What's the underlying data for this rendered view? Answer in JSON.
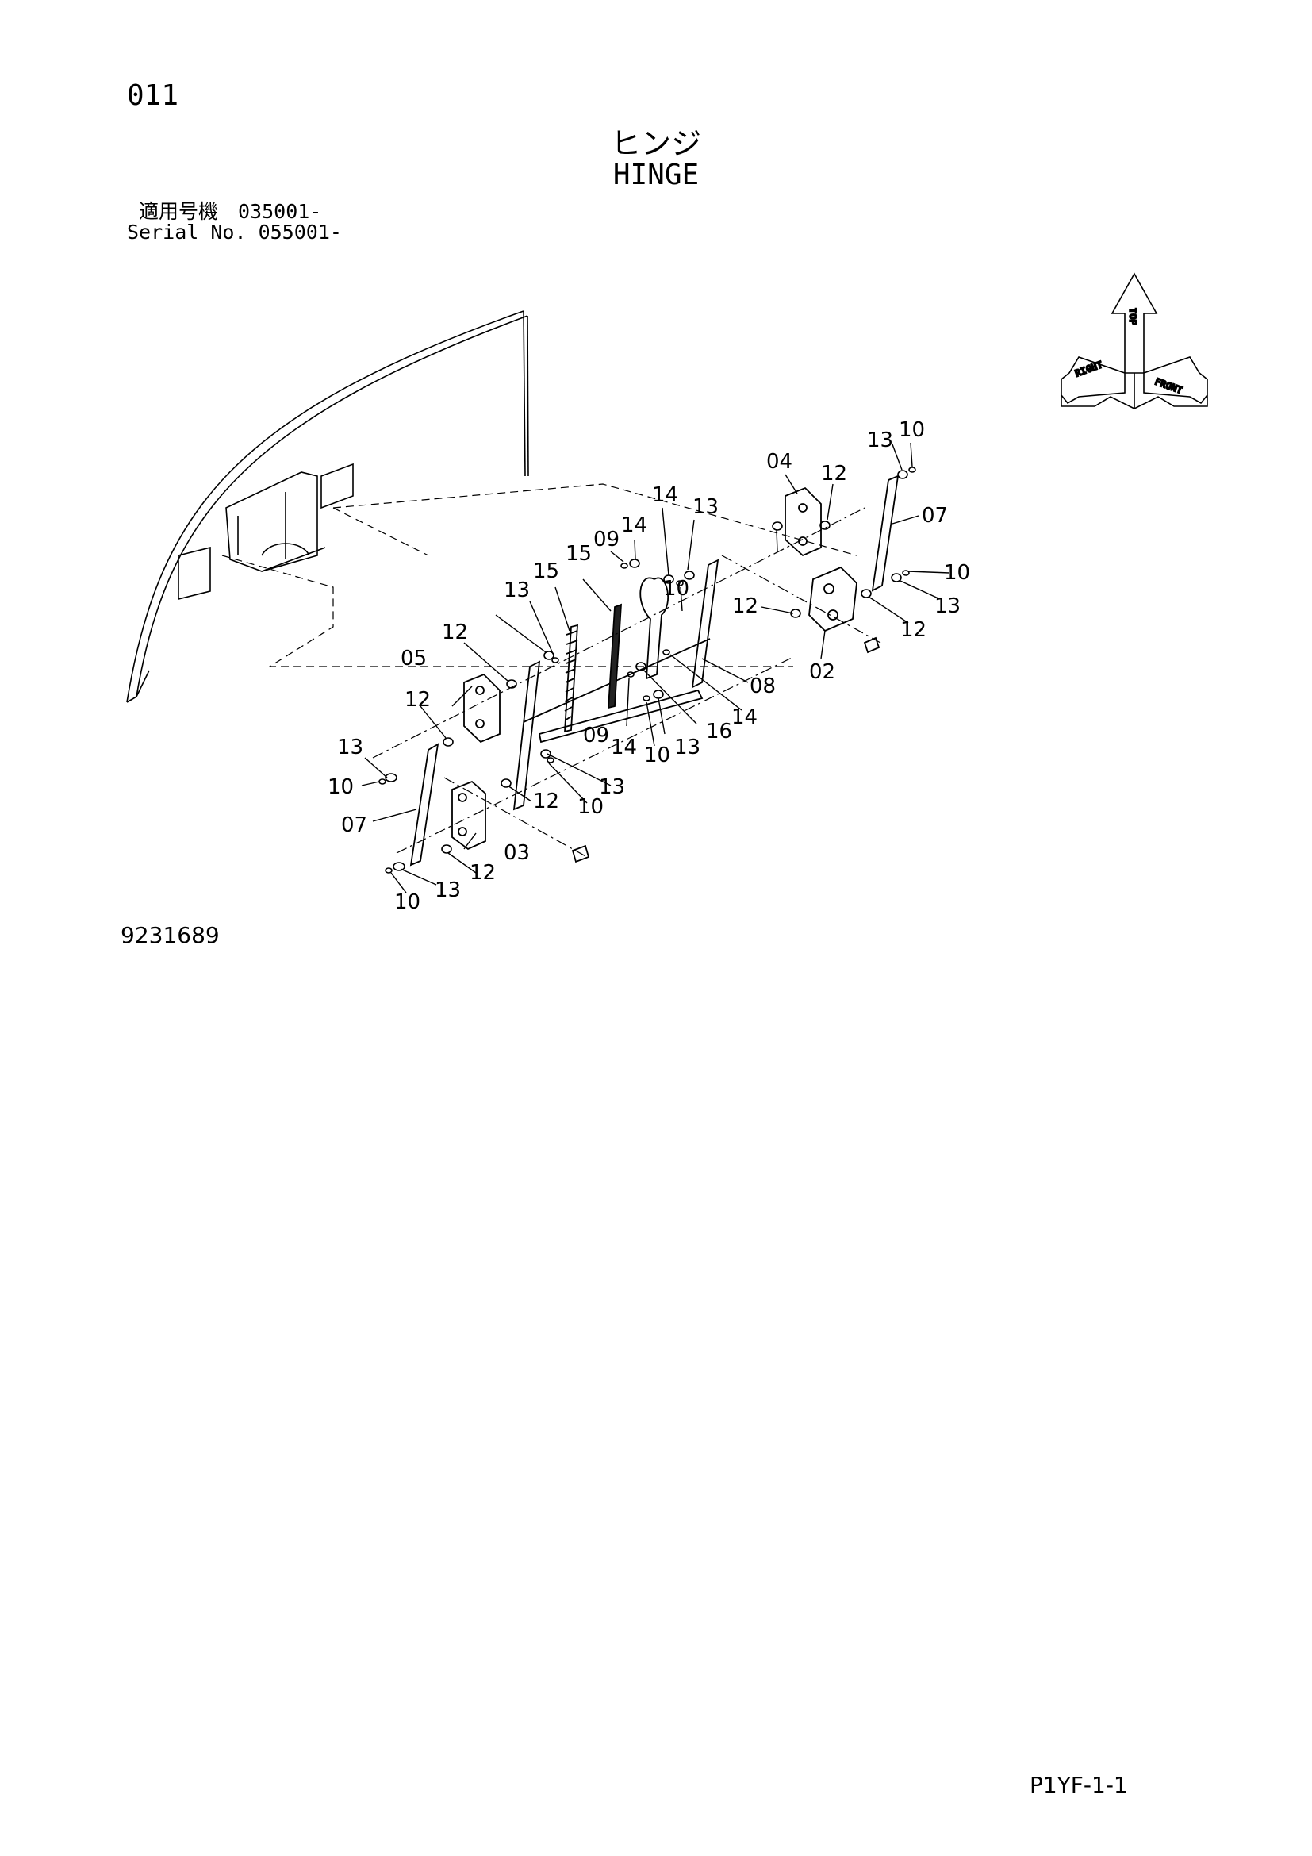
{
  "header": {
    "page_code": "011",
    "title_jp": "ヒンジ",
    "title_en": "HINGE",
    "serial_jp": "適用号機　035001-",
    "serial_en": "Serial No. 055001-"
  },
  "orientation_indicator": {
    "icon": "orientation-arrows-icon",
    "labels": {
      "top": "TOP",
      "right": "RIGHT",
      "front": "FRONT"
    }
  },
  "callouts": {
    "c1": "13",
    "c2": "10",
    "c3": "04",
    "c4": "12",
    "c5": "07",
    "c6": "14",
    "c7": "13",
    "c8": "09",
    "c9": "14",
    "c10": "15",
    "c11": "15",
    "c12": "10",
    "c13": "10",
    "c14": "13",
    "c15": "12",
    "c16": "12",
    "c17": "13",
    "c18": "12",
    "c19": "02",
    "c20": "05",
    "c21": "12",
    "c22": "08",
    "c23": "09",
    "c24": "14",
    "c25": "10",
    "c26": "13",
    "c27": "16",
    "c28": "14",
    "c29": "13",
    "c30": "10",
    "c31": "12",
    "c32": "13",
    "c33": "10",
    "c34": "07",
    "c35": "03",
    "c36": "12",
    "c37": "13",
    "c38": "10"
  },
  "footer": {
    "drawing_number": "9231689",
    "page_reference": "P1YF-1-1"
  }
}
